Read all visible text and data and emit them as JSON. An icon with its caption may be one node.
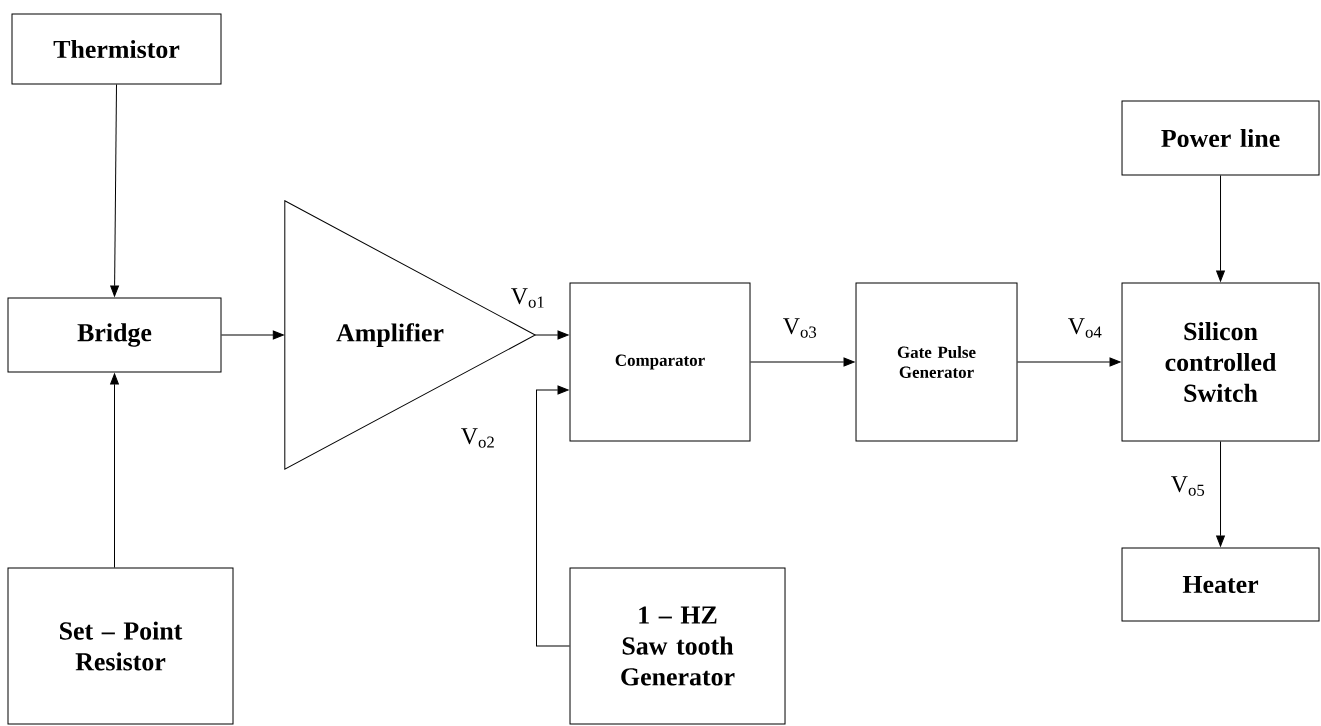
{
  "diagram": {
    "nodes": [
      {
        "text": [
          "Thermistor"
        ]
      },
      {
        "text": [
          "Bridge"
        ]
      },
      {
        "text": [
          "Set – Point Resistor"
        ]
      },
      {
        "text": [
          "Amplifier"
        ]
      },
      {
        "text": [
          "Comparator"
        ]
      },
      {
        "text": [
          "1 – HZ Saw tooth Generator"
        ]
      },
      {
        "text": [
          "Gate Pulse Generator"
        ]
      },
      {
        "text": [
          "Power line"
        ]
      },
      {
        "text": [
          "Silicon controlled Switch"
        ]
      },
      {
        "text": [
          "Heater"
        ]
      }
    ],
    "edges": [
      {
        "from": 0,
        "to": 1,
        "arrow": "to"
      },
      {
        "from": 2,
        "to": 1,
        "arrow": "to"
      },
      {
        "from": 1,
        "to": 3,
        "arrow": "to"
      },
      {
        "from": 3,
        "to": 4,
        "arrow": "to",
        "label": "V$_{o1}$"
      },
      {
        "from": 5,
        "to": 4,
        "arrow": "to",
        "label": "V$_{o2}$"
      },
      {
        "from": 4,
        "to": 6,
        "arrow": "to",
        "label": "V$_{o3}$"
      },
      {
        "from": 6,
        "to": 8,
        "arrow": "to",
        "label": "V$_{o4}$"
      },
      {
        "from": 7,
        "to": 8,
        "arrow": "to"
      },
      {
        "from": 8,
        "to": 9,
        "arrow": "to",
        "label": "V$_{o5}$"
      }
    ]
  }
}
